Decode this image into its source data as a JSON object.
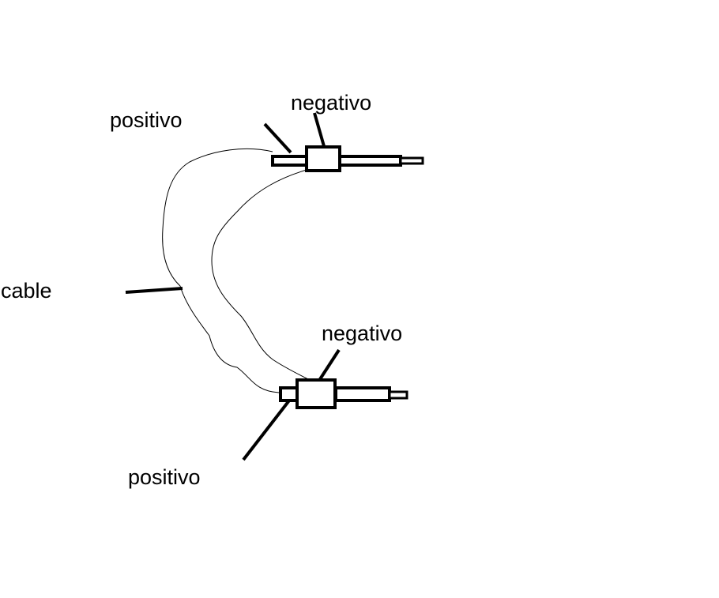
{
  "labels": {
    "top_positive": "positivo",
    "top_negative": "negativo",
    "cable": "cable",
    "bottom_negative": "negativo",
    "bottom_positive": "positivo"
  },
  "colors": {
    "ink": "#000000",
    "background": "#ffffff"
  }
}
